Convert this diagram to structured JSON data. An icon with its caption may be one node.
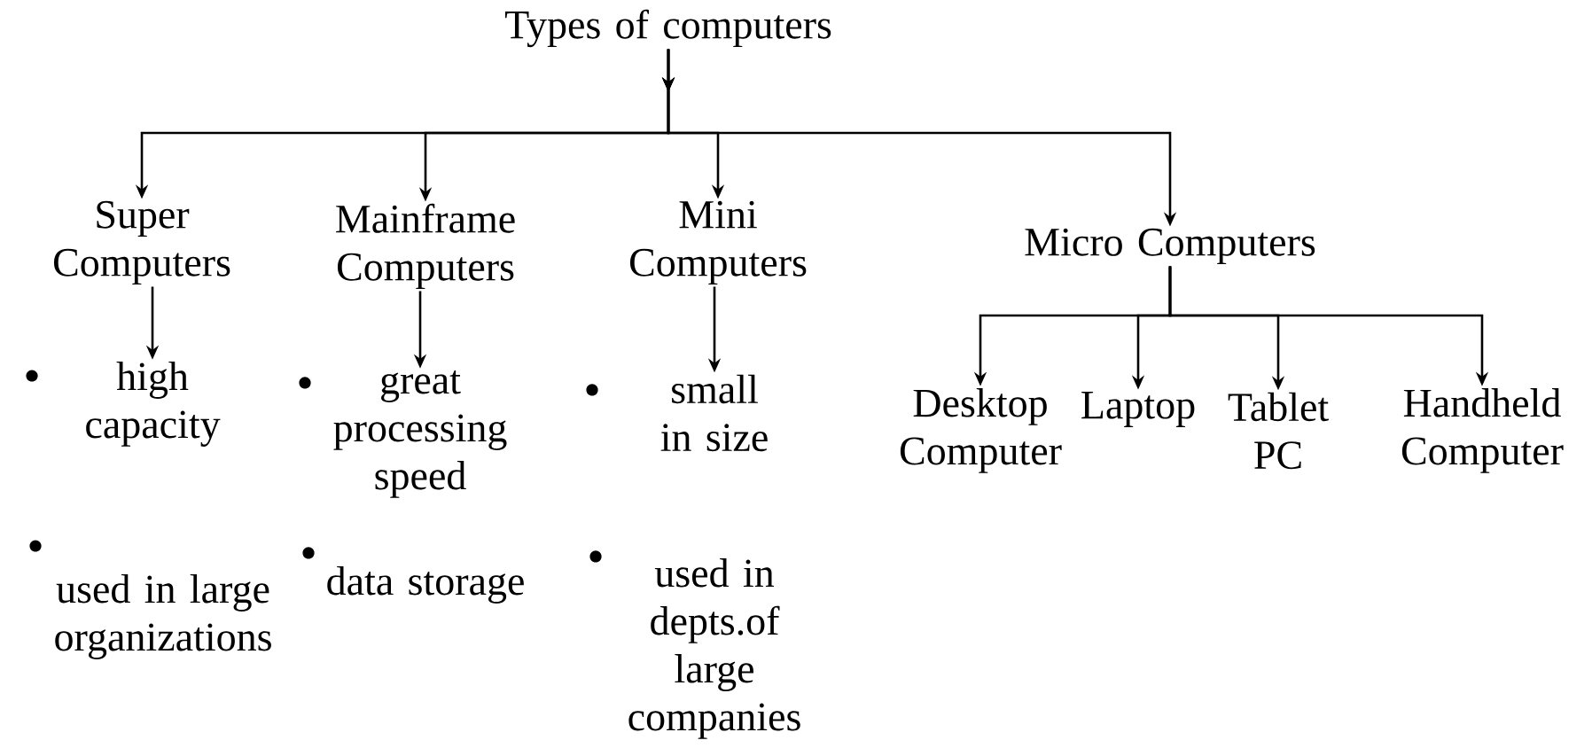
{
  "diagram": {
    "nodes": [
      {
        "text": [
          "Types of computers"
        ]
      },
      {
        "text": [
          "Super Computers"
        ]
      },
      {
        "text": [
          "Mainframe Computers"
        ]
      },
      {
        "text": [
          "Mini Computers"
        ]
      },
      {
        "text": [
          "Micro Computers"
        ]
      },
      {
        "text": [
          "high capacity"
        ]
      },
      {
        "text": [
          "great processing speed"
        ]
      },
      {
        "text": [
          "small in size"
        ]
      },
      {
        "text": [
          "Desktop Computer"
        ]
      },
      {
        "text": [
          "Laptop"
        ]
      },
      {
        "text": [
          "Tablet PC"
        ]
      },
      {
        "text": [
          "Handheld Computer"
        ]
      }
    ],
    "edges": [
      {
        "from": 0,
        "to": 1,
        "arrow": "to"
      },
      {
        "from": 0,
        "to": 2,
        "arrow": "to"
      },
      {
        "from": 0,
        "to": 3,
        "arrow": "to"
      },
      {
        "from": 0,
        "to": 4,
        "arrow": "to"
      },
      {
        "from": 1,
        "to": 5,
        "arrow": "to"
      },
      {
        "from": 2,
        "to": 6,
        "arrow": "to"
      },
      {
        "from": 3,
        "to": 7,
        "arrow": "to"
      },
      {
        "from": 4,
        "to": 8,
        "arrow": "to"
      },
      {
        "from": 4,
        "to": 9,
        "arrow": "to"
      },
      {
        "from": 4,
        "to": 10,
        "arrow": "to"
      },
      {
        "from": 4,
        "to": 11,
        "arrow": "to"
      }
    ],
    "labels": [
      "used in large organizations",
      "data storage",
      "used in depts.of large companies"
    ]
  }
}
